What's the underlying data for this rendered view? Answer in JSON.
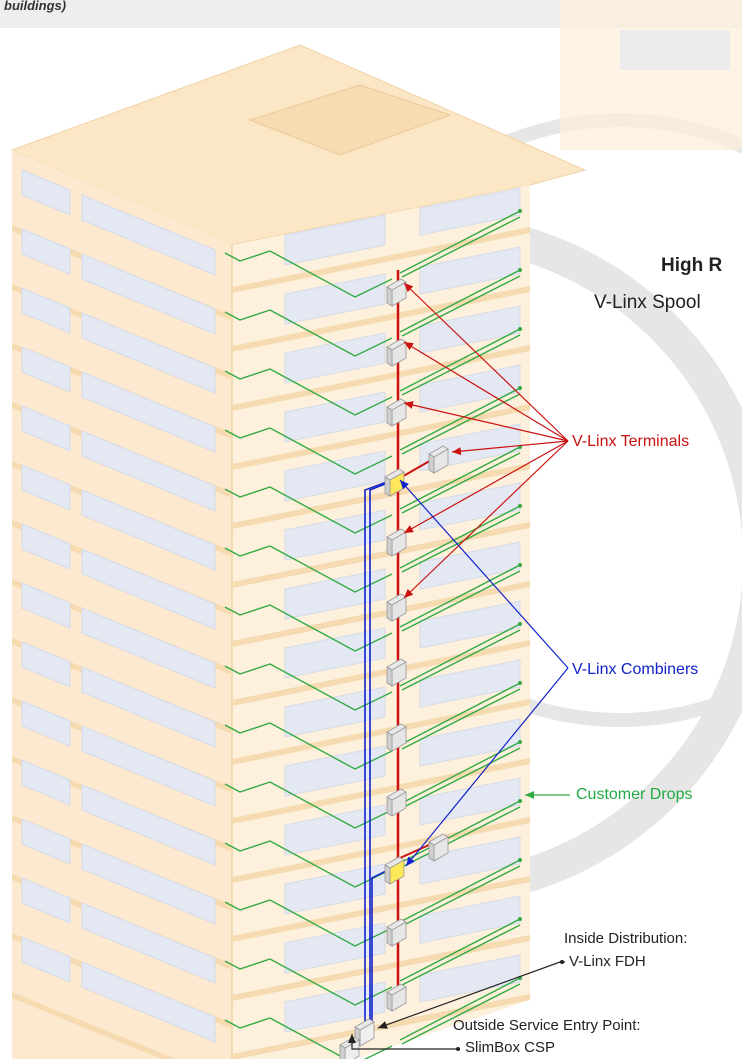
{
  "caption_fragment": "buildings)",
  "title": {
    "line1": "High R",
    "line2": "V-Linx Spool"
  },
  "callouts": {
    "terminals": "V-Linx Terminals",
    "combiners": "V-Linx Combiners",
    "customer_drops": "Customer Drops",
    "inside_distribution": "Inside Distribution:",
    "fdh": "V-Linx FDH",
    "outside_entry": "Outside Service Entry Point:",
    "csp": "SlimBox CSP"
  },
  "colors": {
    "building": "#fdf0dc",
    "window": "#e4e8f2",
    "riser": "#cc1111",
    "terminal_arrows": "#cc1111",
    "combiner_lines": "#1122cc",
    "customer_drops": "#33aa44",
    "combiner_box": "#ffe75a",
    "watermark": "#e6e6e6"
  },
  "icons": {
    "terminal": "terminal-box-icon",
    "combiner": "combiner-box-icon",
    "fdh": "fdh-cabinet-icon",
    "csp": "csp-box-icon"
  },
  "building_floor_count": 14
}
